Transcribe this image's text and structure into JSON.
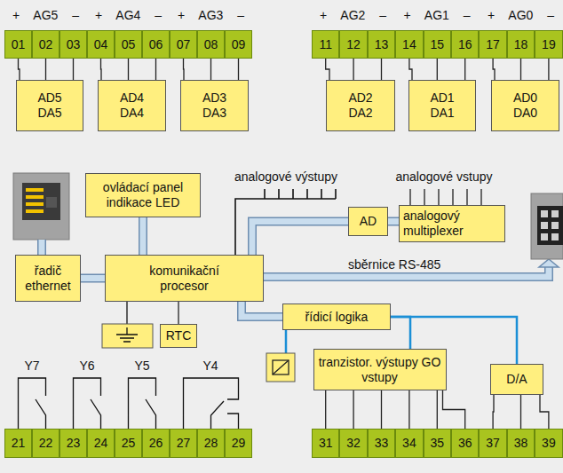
{
  "diagram": {
    "nodes": [
      {
        "text": [
          "01"
        ]
      },
      {
        "text": [
          "02"
        ]
      },
      {
        "text": [
          "03"
        ]
      },
      {
        "text": [
          "04"
        ]
      },
      {
        "text": [
          "05"
        ]
      },
      {
        "text": [
          "06"
        ]
      },
      {
        "text": [
          "07"
        ]
      },
      {
        "text": [
          "08"
        ]
      },
      {
        "text": [
          "09"
        ]
      },
      {
        "text": [
          "11"
        ]
      },
      {
        "text": [
          "12"
        ]
      },
      {
        "text": [
          "13"
        ]
      },
      {
        "text": [
          "14"
        ]
      },
      {
        "text": [
          "15"
        ]
      },
      {
        "text": [
          "16"
        ]
      },
      {
        "text": [
          "17"
        ]
      },
      {
        "text": [
          "18"
        ]
      },
      {
        "text": [
          "19"
        ]
      },
      {
        "text": [
          "AD5 DA5"
        ]
      },
      {
        "text": [
          "AD4 DA4"
        ]
      },
      {
        "text": [
          "AD3 DA3"
        ]
      },
      {
        "text": [
          "AD2 DA2"
        ]
      },
      {
        "text": [
          "AD1 DA1"
        ]
      },
      {
        "text": [
          "AD0 DA0"
        ]
      },
      {
        "text": [
          "ovládací panel indikace LED"
        ]
      },
      {
        "text": [
          "AD"
        ]
      },
      {
        "text": [
          "analogový multiplexer"
        ]
      },
      {
        "text": [
          "řadič ethernet"
        ]
      },
      {
        "text": [
          "komunikační procesor"
        ]
      },
      {
        "text": [
          "řídicí logika"
        ]
      },
      {
        "text": [
          "RTC"
        ]
      },
      {
        "text": [
          "tranzistor. výstupy GO vstupy"
        ]
      },
      {
        "text": [
          "D/A"
        ]
      },
      {
        "text": [
          "21"
        ]
      },
      {
        "text": [
          "22"
        ]
      },
      {
        "text": [
          "23"
        ]
      },
      {
        "text": [
          "24"
        ]
      },
      {
        "text": [
          "25"
        ]
      },
      {
        "text": [
          "26"
        ]
      },
      {
        "text": [
          "27"
        ]
      },
      {
        "text": [
          "28"
        ]
      },
      {
        "text": [
          "29"
        ]
      },
      {
        "text": [
          "31"
        ]
      },
      {
        "text": [
          "32"
        ]
      },
      {
        "text": [
          "33"
        ]
      },
      {
        "text": [
          "34"
        ]
      },
      {
        "text": [
          "35"
        ]
      },
      {
        "text": [
          "36"
        ]
      },
      {
        "text": [
          "37"
        ]
      },
      {
        "text": [
          "38"
        ]
      },
      {
        "text": [
          "39"
        ]
      }
    ],
    "edges": [
      {
        "from": 0,
        "to": 18,
        "arrow": "none"
      },
      {
        "from": 1,
        "to": 18,
        "arrow": "none"
      },
      {
        "from": 2,
        "to": 18,
        "arrow": "none"
      },
      {
        "from": 3,
        "to": 19,
        "arrow": "none"
      },
      {
        "from": 4,
        "to": 19,
        "arrow": "none"
      },
      {
        "from": 5,
        "to": 19,
        "arrow": "none"
      },
      {
        "from": 6,
        "to": 20,
        "arrow": "none"
      },
      {
        "from": 7,
        "to": 20,
        "arrow": "none"
      },
      {
        "from": 8,
        "to": 20,
        "arrow": "none"
      },
      {
        "from": 9,
        "to": 21,
        "arrow": "none"
      },
      {
        "from": 10,
        "to": 21,
        "arrow": "none"
      },
      {
        "from": 11,
        "to": 21,
        "arrow": "none"
      },
      {
        "from": 12,
        "to": 22,
        "arrow": "none"
      },
      {
        "from": 13,
        "to": 22,
        "arrow": "none"
      },
      {
        "from": 14,
        "to": 22,
        "arrow": "none"
      },
      {
        "from": 15,
        "to": 23,
        "arrow": "none"
      },
      {
        "from": 16,
        "to": 23,
        "arrow": "none"
      },
      {
        "from": 17,
        "to": 23,
        "arrow": "none"
      },
      {
        "from": 24,
        "to": 28,
        "arrow": "none"
      },
      {
        "from": 27,
        "to": 28,
        "arrow": "none"
      },
      {
        "from": 28,
        "to": 25,
        "arrow": "none"
      },
      {
        "from": 25,
        "to": 26,
        "arrow": "none"
      },
      {
        "from": 28,
        "to": 29,
        "arrow": "none"
      },
      {
        "from": 28,
        "to": 30,
        "arrow": "none"
      },
      {
        "from": 29,
        "to": 31,
        "arrow": "none"
      },
      {
        "from": 29,
        "to": 32,
        "arrow": "none"
      },
      {
        "from": 31,
        "to": 42,
        "arrow": "none"
      },
      {
        "from": 31,
        "to": 43,
        "arrow": "none"
      },
      {
        "from": 31,
        "to": 44,
        "arrow": "none"
      },
      {
        "from": 31,
        "to": 45,
        "arrow": "none"
      },
      {
        "from": 31,
        "to": 46,
        "arrow": "none"
      },
      {
        "from": 31,
        "to": 47,
        "arrow": "none"
      },
      {
        "from": 32,
        "to": 48,
        "arrow": "none"
      },
      {
        "from": 32,
        "to": 49,
        "arrow": "none"
      },
      {
        "from": 32,
        "to": 50,
        "arrow": "none"
      }
    ],
    "labels": [
      "+ AG5 –",
      "+ AG4 –",
      "+ AG3 –",
      "+ AG2 –",
      "+ AG1 –",
      "+ AG0 –",
      "analogové výstupy",
      "analogové vstupy",
      "sběrnice RS-485",
      "Y7",
      "Y6",
      "Y5",
      "Y4"
    ]
  }
}
